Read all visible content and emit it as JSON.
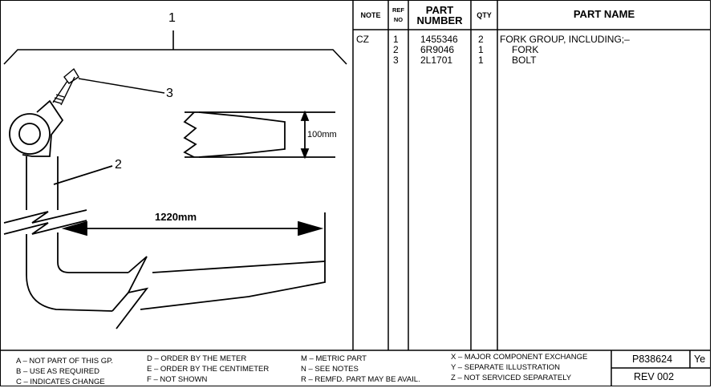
{
  "illustration": {
    "callouts": [
      "1",
      "2",
      "3"
    ],
    "dim_length": "1220mm",
    "dim_width": "100mm"
  },
  "table": {
    "headers": {
      "note": "NOTE",
      "ref_line1": "REF",
      "ref_line2": "NO",
      "part_line1": "PART",
      "part_line2": "NUMBER",
      "qty": "QTY",
      "name": "PART NAME"
    },
    "rows": [
      {
        "note": "CZ",
        "ref": "1",
        "part": "1455346",
        "qty": "2",
        "name": "FORK GROUP, INCLUDING;–"
      },
      {
        "note": "",
        "ref": "2",
        "part": "6R9046",
        "qty": "1",
        "name": "FORK"
      },
      {
        "note": "",
        "ref": "3",
        "part": "2L1701",
        "qty": "1",
        "name": "BOLT"
      }
    ]
  },
  "legend": {
    "col1": [
      "A –  NOT PART OF THIS GP.",
      "B – USE AS REQUIRED",
      "C – INDICATES CHANGE"
    ],
    "col2": [
      "D – ORDER BY THE METER",
      "E – ORDER BY THE CENTIMETER",
      "F – NOT SHOWN"
    ],
    "col3": [
      "M – METRIC PART",
      "N – SEE NOTES",
      "R – REMFD. PART MAY BE AVAIL."
    ],
    "col4": [
      "X – MAJOR COMPONENT EXCHANGE",
      "Y – SEPARATE ILLUSTRATION",
      "Z – NOT SERVICED SEPARATELY"
    ]
  },
  "footer": {
    "page_code": "P838624",
    "suffix": "Ye",
    "revision": "REV 002"
  }
}
